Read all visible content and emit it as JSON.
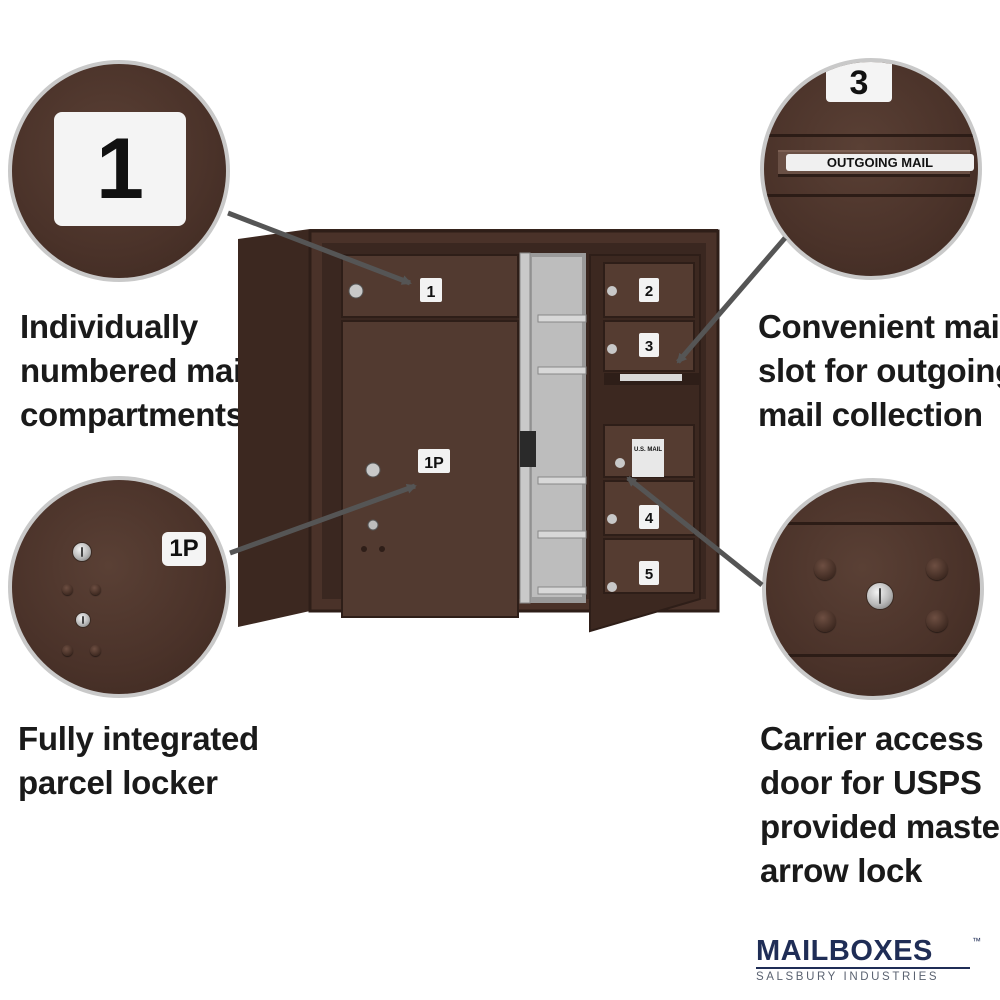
{
  "captions": {
    "numbered": [
      "Individually",
      "numbered mail",
      "compartments"
    ],
    "parcel": [
      "Fully integrated",
      "parcel locker"
    ],
    "outgoing": [
      "Convenient mail",
      "slot for outgoing",
      "mail collection"
    ],
    "carrier": [
      "Carrier access",
      "door for USPS",
      "provided master",
      "arrow lock"
    ]
  },
  "callouts": {
    "numbered_plate": "1",
    "parcel_plate": "1P",
    "outgoing_plate": "3",
    "outgoing_label": "OUTGOING MAIL"
  },
  "mailbox": {
    "compartment_labels": [
      "1",
      "1P",
      "2",
      "3",
      "4",
      "5"
    ],
    "usps_label": "U.S. MAIL"
  },
  "logo": {
    "name": "MAILBOXES",
    "subtitle": "SALSBURY INDUSTRIES",
    "trademark": "™"
  },
  "colors": {
    "bronze": "#4a3229",
    "bronze_dark": "#2e1e18",
    "callout_border": "#c9c9c9",
    "arrow": "#555555",
    "logo_navy": "#1f2d56"
  }
}
